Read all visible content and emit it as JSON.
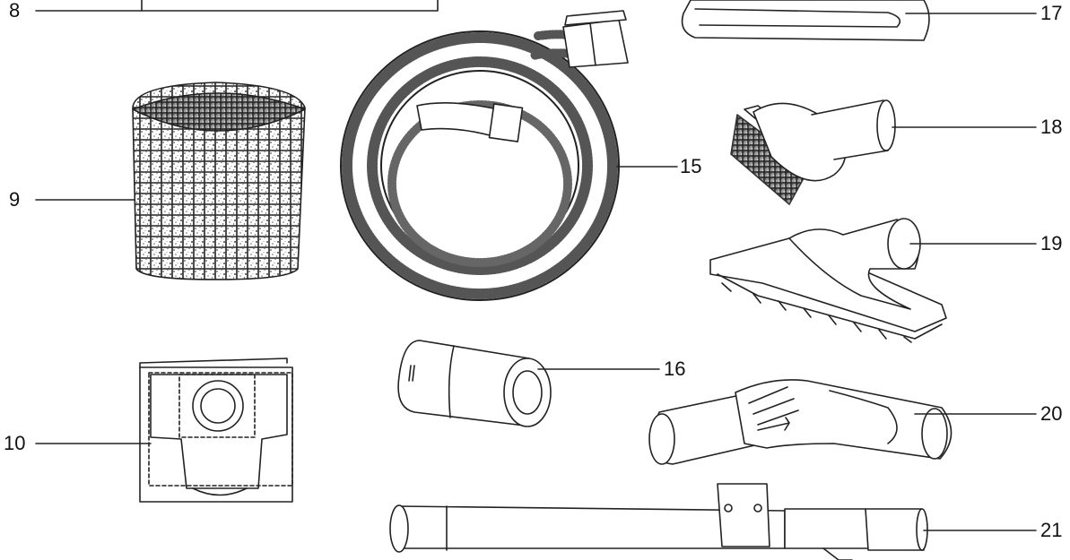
{
  "diagram": {
    "callouts": [
      {
        "id": "8",
        "text": "8"
      },
      {
        "id": "9",
        "text": "9"
      },
      {
        "id": "10",
        "text": "10"
      },
      {
        "id": "15",
        "text": "15"
      },
      {
        "id": "16",
        "text": "16"
      },
      {
        "id": "17",
        "text": "17"
      },
      {
        "id": "18",
        "text": "18"
      },
      {
        "id": "19",
        "text": "19"
      },
      {
        "id": "20",
        "text": "20"
      },
      {
        "id": "21",
        "text": "21"
      }
    ]
  }
}
